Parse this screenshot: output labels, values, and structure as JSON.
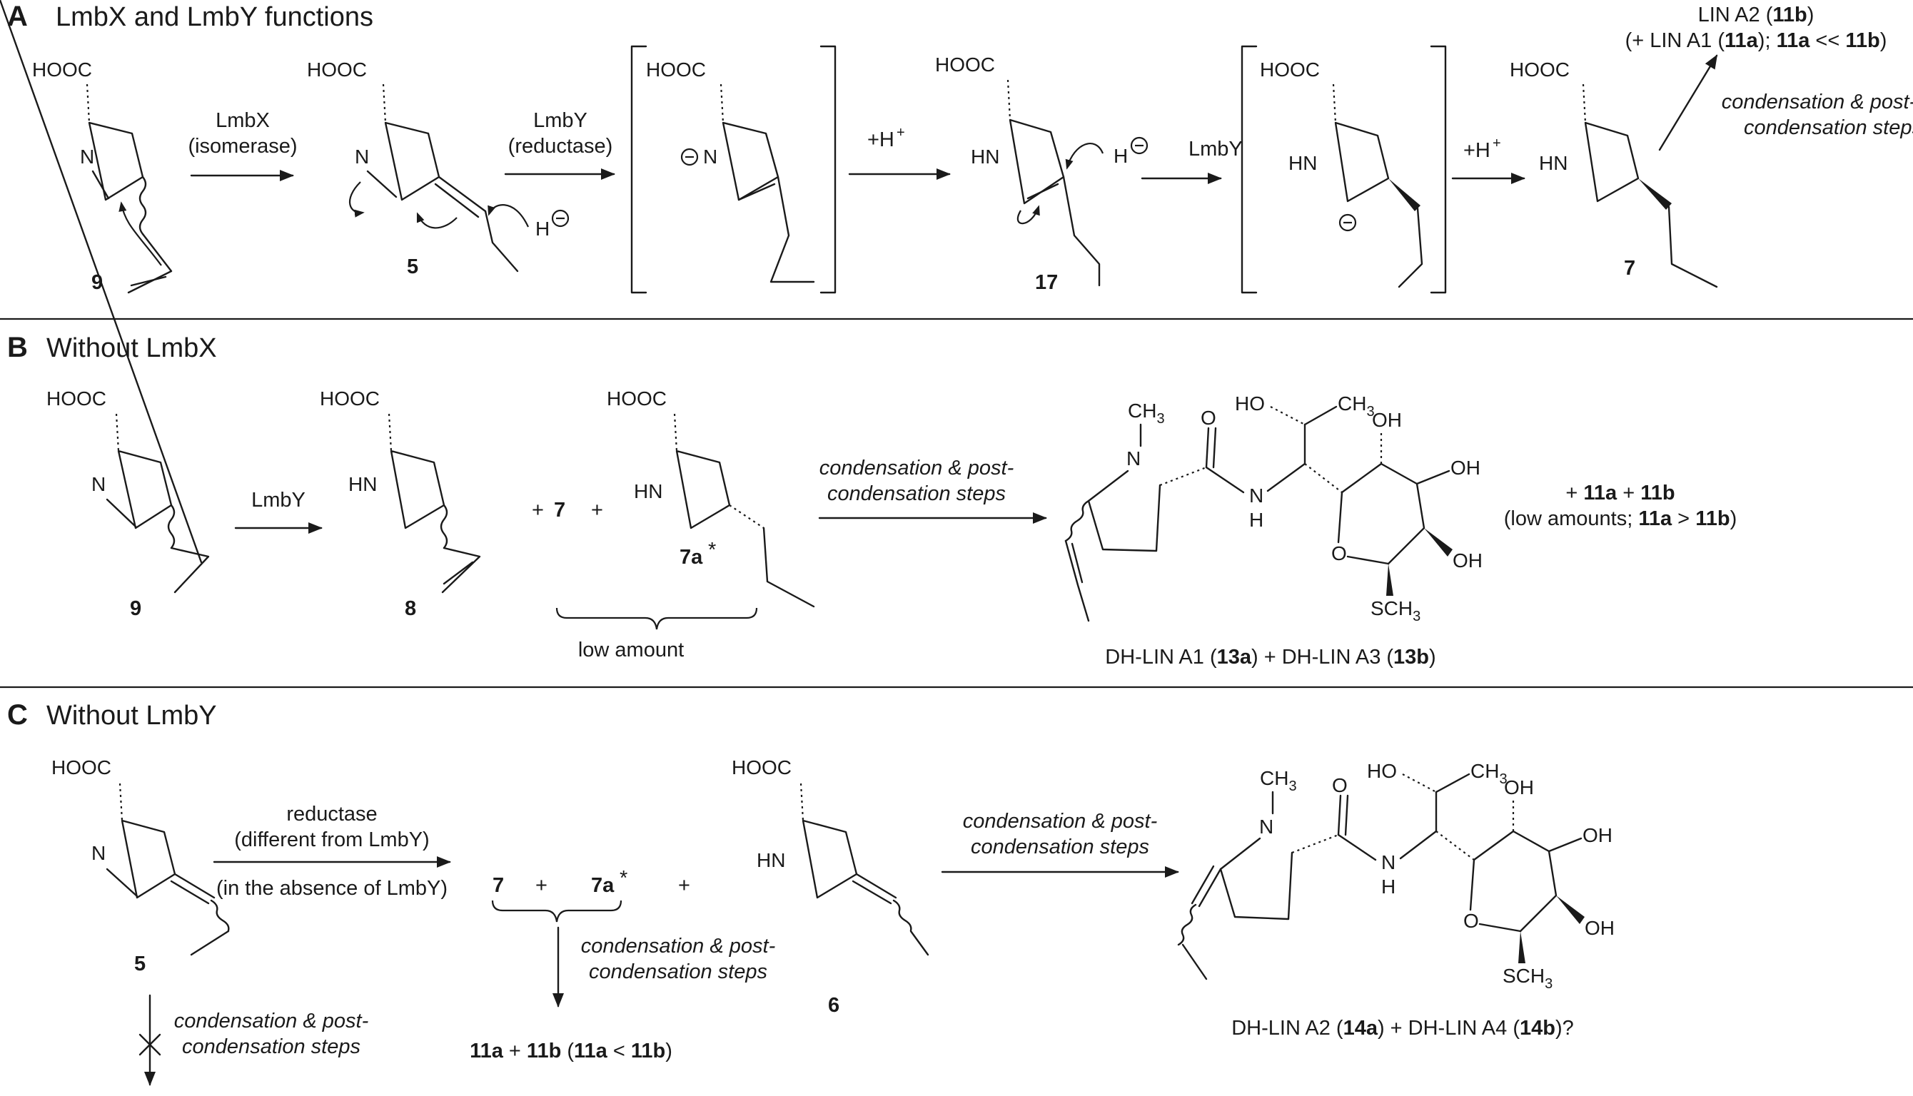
{
  "panels": {
    "a": {
      "letter": "A",
      "title": "LmbX and LmbY functions"
    },
    "b": {
      "letter": "B",
      "title": "Without LmbX"
    },
    "c": {
      "letter": "C",
      "title": "Without LmbY"
    }
  },
  "atoms": {
    "hooc": "HOOC",
    "n": "N",
    "hn": "HN",
    "h": "H",
    "nh": "N",
    "nh_h": "H",
    "ch3": "CH",
    "ch3_sub": "3",
    "ho": "HO",
    "oh": "OH",
    "o_ring": "O",
    "o_carbonyl": "O",
    "sch3": "SCH",
    "sch3_sub": "3",
    "minus": "−",
    "plus_sup": "+"
  },
  "a": {
    "compounds": {
      "c9": "9",
      "c5": "5",
      "c17": "17",
      "c7": "7"
    },
    "arrow1": {
      "enzyme": "LmbX",
      "role": "(isomerase)"
    },
    "arrow2": {
      "enzyme": "LmbY",
      "role": "(reductase)"
    },
    "arrow3": {
      "label": "+H"
    },
    "arrow4": {
      "label": "LmbY"
    },
    "arrow5": {
      "label": "+H"
    },
    "product_line1_pre": "LIN A2 (",
    "product_line1_bold": "11b",
    "product_line1_post": ")",
    "product_line2_pre": "(+ LIN A1 (",
    "product_line2_b1": "11a",
    "product_line2_mid": "); ",
    "product_line2_b2": "11a",
    "product_line2_op": " << ",
    "product_line2_b3": "11b",
    "product_line2_post": ")",
    "steps_line1": "condensation & post-",
    "steps_line2": "condensation steps"
  },
  "b": {
    "compounds": {
      "c9": "9",
      "c8": "8",
      "c7a": "7a",
      "c7a_star": "*"
    },
    "arrow1": {
      "label": "LmbY"
    },
    "plus1": "+",
    "seven": "7",
    "plus2": "+",
    "brace_label": "low amount",
    "steps_line1": "condensation & post-",
    "steps_line2": "condensation steps",
    "product_caption_pre": "DH-LIN A1 (",
    "product_caption_b1": "13a",
    "product_caption_mid": ") + DH-LIN A3 (",
    "product_caption_b2": "13b",
    "product_caption_post": ")",
    "side_line1_pre": "+ ",
    "side_line1_b1": "11a",
    "side_line1_mid": " + ",
    "side_line1_b2": "11b",
    "side_line2_pre": "(low amounts; ",
    "side_line2_b1": "11a",
    "side_line2_op": " > ",
    "side_line2_b2": "11b",
    "side_line2_post": ")"
  },
  "c": {
    "compounds": {
      "c5": "5",
      "c6": "6",
      "c7": "7",
      "c7a": "7a",
      "c7a_star": "*"
    },
    "arrow1": {
      "line1": "reductase",
      "line2": "(different from LmbY)",
      "line3": "(in the absence of LmbY)"
    },
    "plus1": "+",
    "plus2": "+",
    "down_steps_line1": "condensation & post-",
    "down_steps_line2": "condensation steps",
    "down_result_pre": "",
    "down_result_b1": "11a",
    "down_result_mid": " + ",
    "down_result_b2": "11b",
    "down_result_mid2": " (",
    "down_result_b3": "11a",
    "down_result_op": " < ",
    "down_result_b4": "11b",
    "down_result_post": ")",
    "blocked_line1": "condensation & post-",
    "blocked_line2": "condensation steps",
    "steps_line1": "condensation & post-",
    "steps_line2": "condensation steps",
    "product_caption_pre": "DH-LIN A2 (",
    "product_caption_b1": "14a",
    "product_caption_mid": ") + DH-LIN A4 (",
    "product_caption_b2": "14b",
    "product_caption_post": ")?"
  }
}
